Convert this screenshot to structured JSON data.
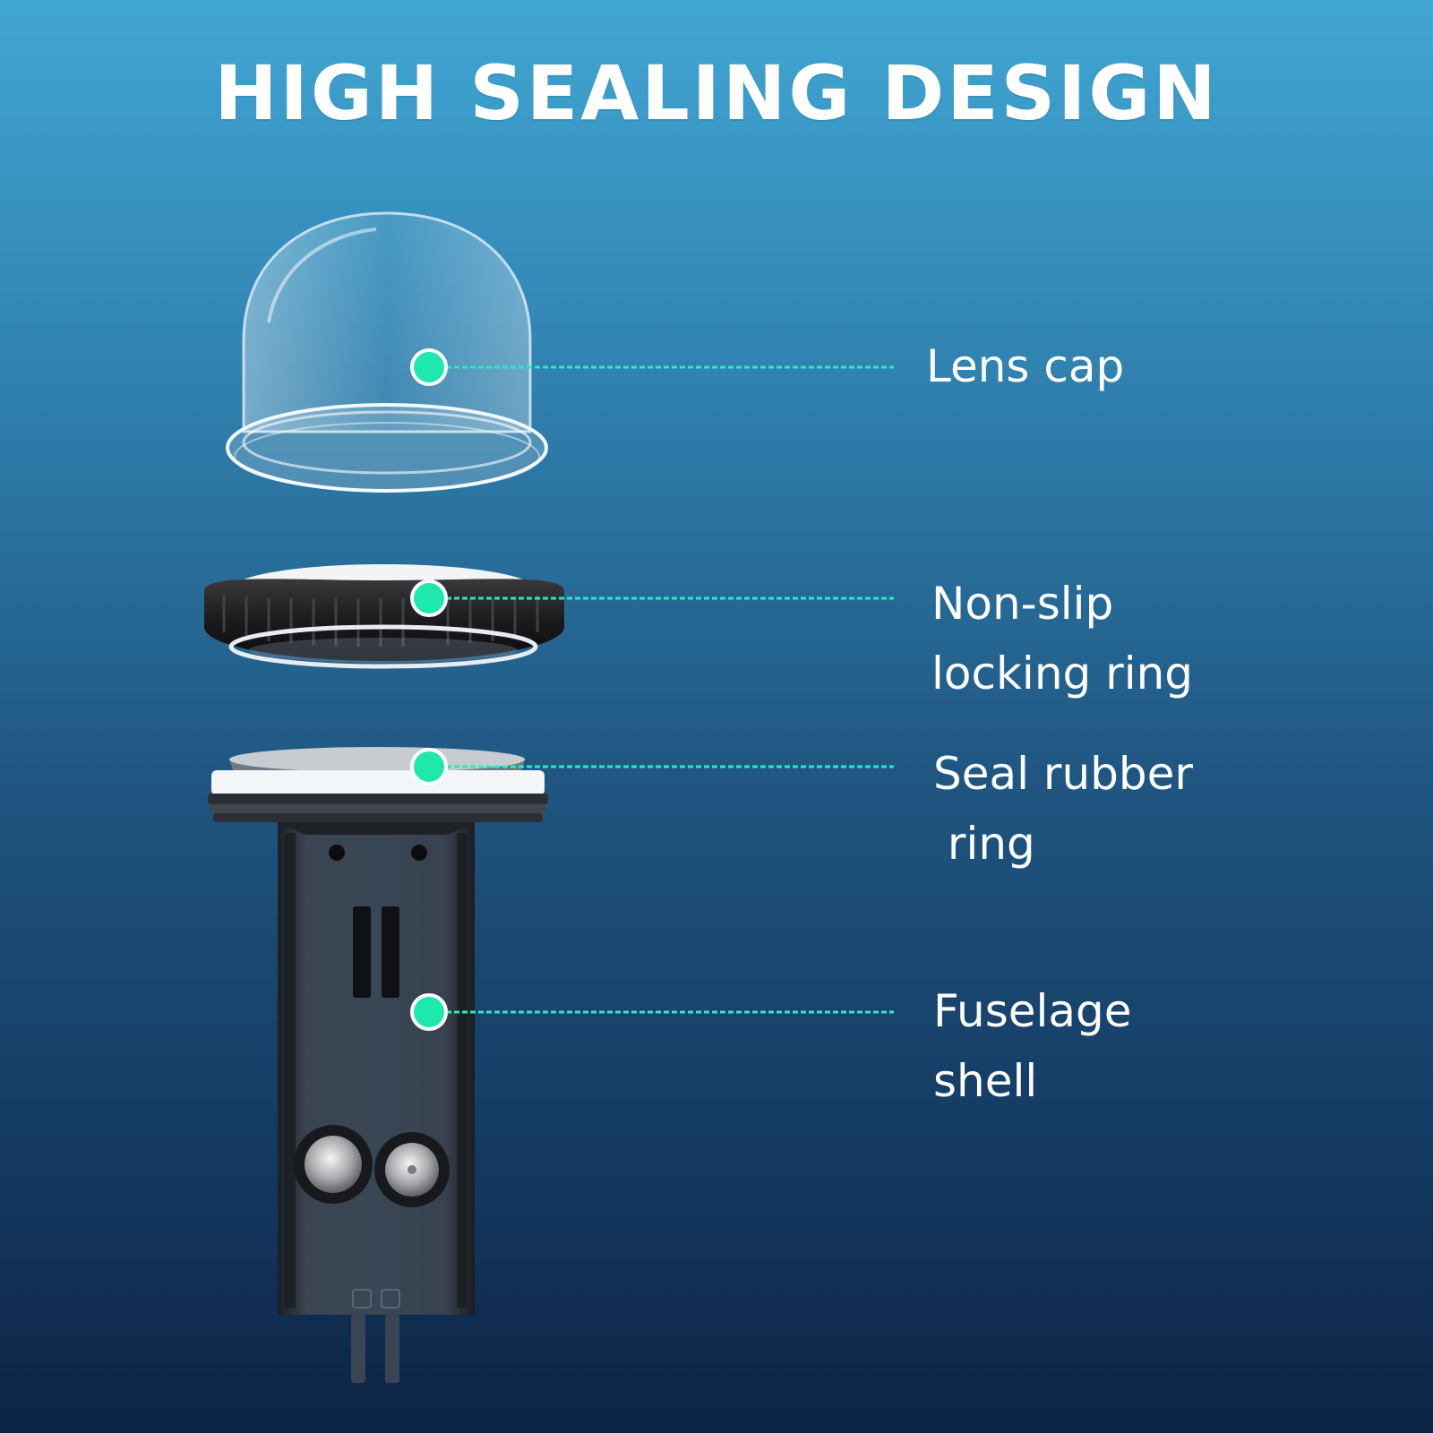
{
  "header": {
    "title": "HIGH SEALING DESIGN"
  },
  "callouts": [
    {
      "label": "Lens cap"
    },
    {
      "label": "Non-slip\nlocking ring"
    },
    {
      "label": "Seal rubber\n ring"
    },
    {
      "label": "Fuselage\nshell"
    }
  ],
  "colors": {
    "background_top": "#41a6d3",
    "background_bottom": "#0e2444",
    "marker": "#1fe8ad",
    "text": "#ffffff"
  }
}
